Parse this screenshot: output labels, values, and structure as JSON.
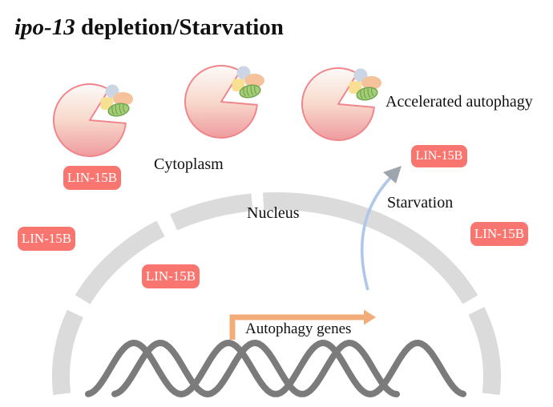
{
  "title": {
    "gene": "ipo-13",
    "rest": " depletion/Starvation"
  },
  "labels": {
    "cytoplasm": "Cytoplasm",
    "nucleus": "Nucleus",
    "accelerated_autophagy": "Accelerated autophagy",
    "starvation": "Starvation",
    "autophagy_genes": "Autophagy genes",
    "lin15b": "LIN-15B"
  },
  "badges": [
    {
      "label": "LIN-15B",
      "position": "below-left-autolysosome"
    },
    {
      "label": "LIN-15B",
      "position": "far-left-cytoplasm"
    },
    {
      "label": "LIN-15B",
      "position": "inside-nucleus"
    },
    {
      "label": "LIN-15B",
      "position": "above-starvation-arrow"
    },
    {
      "label": "LIN-15B",
      "position": "far-right-cytoplasm"
    }
  ],
  "icons": [
    "autolysosome-icon",
    "autolysosome-icon",
    "autolysosome-icon",
    "cargo-circle-icon",
    "cargo-ellipse-icon",
    "cargo-square-icon",
    "mitochondrion-icon",
    "nuclear-envelope-arc",
    "dna-helix-icon",
    "transcription-arrow",
    "starvation-arrow"
  ],
  "colors": {
    "badge": "#F8766F",
    "vesicle_top": "#FCFAF9",
    "vesicle_mid": "#F8D9CC",
    "vesicle_bottom": "#EF9B9E",
    "vesicle_border": "#F0868B",
    "envelope_gray": "#DBDBDB",
    "dna_gray": "#7B7B7B",
    "transcription_arrow_orange": "#F2AC79",
    "starvation_arrow_blue": "#AFC7E8",
    "starvation_arrowhead_gray": "#9FA5AC",
    "cargo_circle": "#CBD5E3",
    "cargo_ellipse": "#F5C29B",
    "cargo_square": "#F9DF92",
    "mitochondrion_green": "#A5CD78",
    "mitochondrion_outline": "#6FA34B"
  }
}
